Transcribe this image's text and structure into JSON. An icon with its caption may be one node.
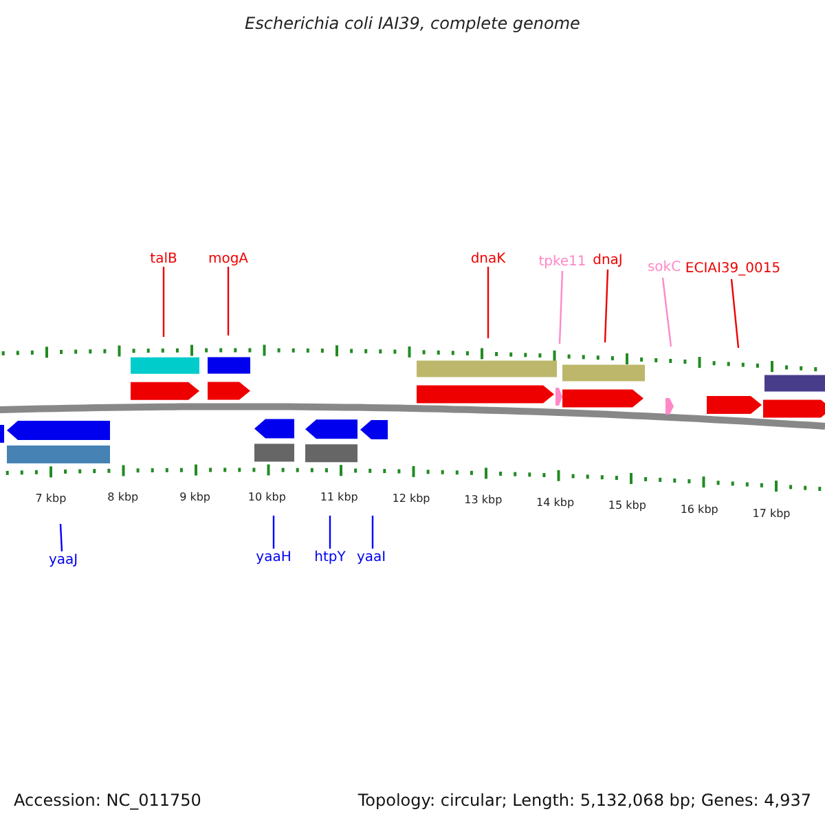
{
  "diagram": {
    "title": "Escherichia coli IAI39, complete genome",
    "nodes": [
      {
        "text": [
          "talB"
        ]
      },
      {
        "text": [
          "mogA"
        ]
      },
      {
        "text": [
          "dnaK"
        ]
      },
      {
        "text": [
          "tpke11"
        ]
      },
      {
        "text": [
          "dnaJ"
        ]
      },
      {
        "text": [
          "sokC"
        ]
      },
      {
        "text": [
          "ECIAI39_0015"
        ]
      },
      {
        "text": [
          "yaaJ"
        ]
      },
      {
        "text": [
          "yaaH"
        ]
      },
      {
        "text": [
          "htpY"
        ]
      },
      {
        "text": [
          "yaaI"
        ]
      }
    ],
    "edges": [
      {
        "from": 0,
        "to": null,
        "arrow": "none"
      },
      {
        "from": 1,
        "to": null,
        "arrow": "none"
      },
      {
        "from": 2,
        "to": null,
        "arrow": "none"
      },
      {
        "from": 3,
        "to": null,
        "arrow": "none",
        "color": "#ff88c8"
      },
      {
        "from": 4,
        "to": null,
        "arrow": "none"
      },
      {
        "from": 5,
        "to": null,
        "arrow": "none",
        "color": "#ff88c8"
      },
      {
        "from": 6,
        "to": null,
        "arrow": "none"
      },
      {
        "from": 7,
        "to": null,
        "arrow": "none",
        "color": "#0000ff"
      },
      {
        "from": 8,
        "to": null,
        "arrow": "none",
        "color": "#0000ff"
      },
      {
        "from": 9,
        "to": null,
        "arrow": "none",
        "color": "#0000ff"
      },
      {
        "from": 10,
        "to": null,
        "arrow": "none",
        "color": "#0000ff"
      }
    ],
    "labels": [
      "7 kbp",
      "8 kbp",
      "9 kbp",
      "10 kbp",
      "11 kbp",
      "12 kbp",
      "13 kbp",
      "14 kbp",
      "15 kbp",
      "16 kbp",
      "17 kbp",
      "Accession: NC_011750",
      "Topology: circular; Length: 5,132,068 bp; Genes: 4,937"
    ]
  }
}
